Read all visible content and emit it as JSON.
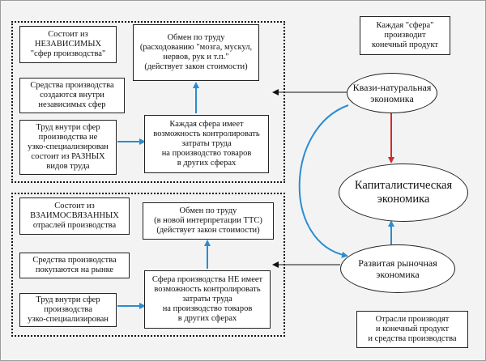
{
  "diagram": {
    "top_group": {
      "box_independent": "Состоит из\nНЕЗАВИСИМЫХ\n\"сфер производства\"",
      "box_exchange": "Обмен по труду\n(расходованию  \"мозга, мускул,\nнервов, рук и т.п.\"\n(действует закон стоимости)",
      "box_means": "Средства производства\nсоздаются внутри\nнезависимых сфер",
      "box_labor": "Труд внутри сфер\nпроизводства не\nузко-специализирован\nсостоит из РАЗНЫХ\nвидов труда",
      "box_control": "Каждая сфера имеет\nвозможность контролировать\nзатраты труда\nна производство товаров\nв других сферах"
    },
    "bottom_group": {
      "box_interrelated": "Состоит из\nВЗАИМОСВЯЗАННЫХ\nотраслей производства",
      "box_exchange": "Обмен по труду\n(в новой интерпретации ТТС)\n(действует закон стоимости)",
      "box_means": "Средства производства\nпокупаются на рынке",
      "box_labor": "Труд внутри сфер\nпроизводства\nузко-специализирован",
      "box_control": "Сфера производства НЕ имеет\nвозможность контролировать\nзатраты труда\nна производство товаров\nв других сферах"
    },
    "right": {
      "note_top": "Каждая \"сфера\"\nпроизводит\nконечный продукт",
      "oval_quasi": "Квази-натуральная\nэкономика",
      "oval_capitalist": "Капиталистическая\nэкономика",
      "oval_market": "Развитая рыночная\nэкономика",
      "note_bottom": "Отрасли производят\nи конечный продукт\nи средства производства"
    },
    "colors": {
      "blue_arrow": "#2b8ccf",
      "red_arrow": "#d42a2a",
      "black_arrow": "#111111"
    }
  }
}
